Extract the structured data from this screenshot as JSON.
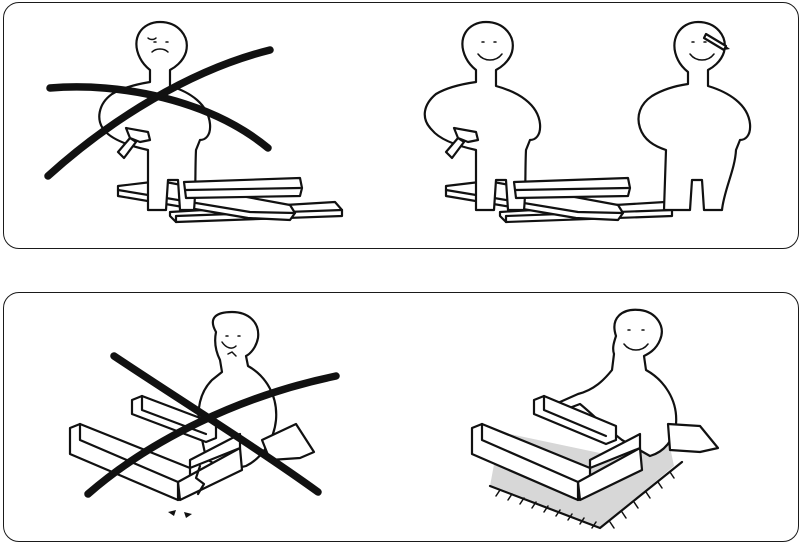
{
  "panels": [
    {
      "id": "top",
      "scenes": [
        {
          "id": "one-person-assembly",
          "crossed_out": true
        },
        {
          "id": "two-person-assembly",
          "crossed_out": false
        }
      ]
    },
    {
      "id": "bottom",
      "scenes": [
        {
          "id": "assembly-on-hard-floor",
          "crossed_out": true
        },
        {
          "id": "assembly-on-rug",
          "crossed_out": false
        }
      ]
    }
  ],
  "colors": {
    "ink": "#111111",
    "background": "#ffffff",
    "rug": "#d7d7d7"
  },
  "icons": [
    "hammer-icon",
    "pencil-icon",
    "cross-out-mark"
  ]
}
